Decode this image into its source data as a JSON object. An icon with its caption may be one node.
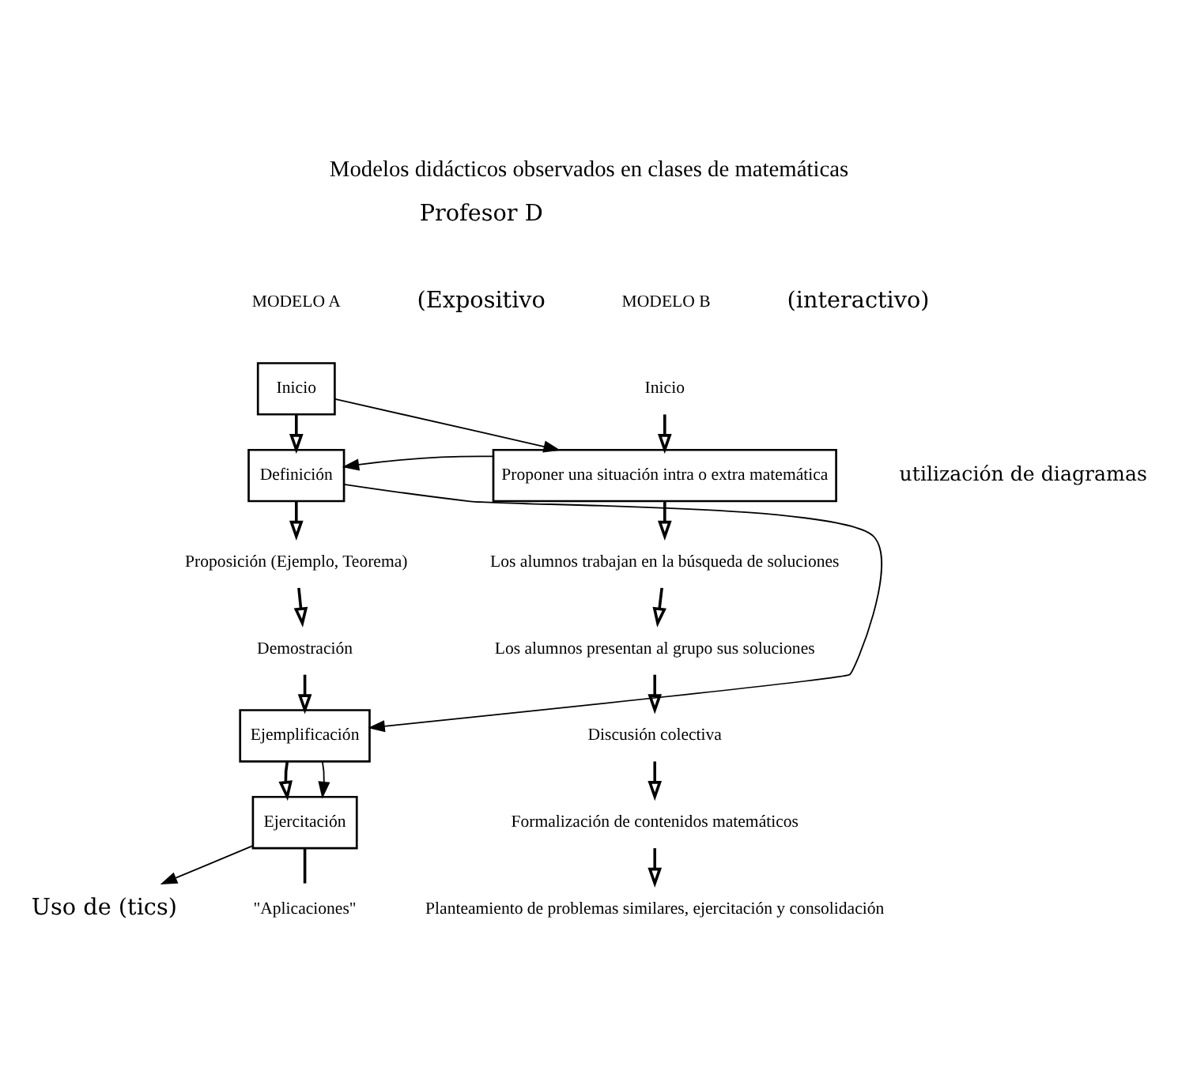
{
  "diagram": {
    "title": "Modelos didácticos observados en clases de matemáticas",
    "nodes": [
      {
        "text": [
          "Inicio"
        ]
      },
      {
        "text": [
          "Definición"
        ]
      },
      {
        "text": [
          "Proposición (Ejemplo, Teorema)"
        ]
      },
      {
        "text": [
          "Demostración"
        ]
      },
      {
        "text": [
          "Ejemplificación"
        ]
      },
      {
        "text": [
          "Ejercitación"
        ]
      },
      {
        "text": [
          "\"Aplicaciones\""
        ]
      },
      {
        "text": [
          "Inicio"
        ]
      },
      {
        "text": [
          "Proponer una situación intra o extra matemática"
        ],
        "beside": [
          "utilización de diagramas"
        ]
      },
      {
        "text": [
          "Los alumnos trabajan en la búsqueda de soluciones"
        ]
      },
      {
        "text": [
          "Los alumnos presentan al grupo sus soluciones"
        ]
      },
      {
        "text": [
          "Discusión colectiva"
        ]
      },
      {
        "text": [
          "Formalización de contenidos matemáticos"
        ]
      },
      {
        "text": [
          "Planteamiento de problemas similares, ejercitación y consolidación"
        ]
      },
      {
        "text": [
          "Uso de (tics)"
        ]
      }
    ],
    "edges": [
      {
        "from": 0,
        "to": 1,
        "arrow": "to"
      },
      {
        "from": 1,
        "to": 2,
        "arrow": "to"
      },
      {
        "from": 2,
        "to": 3,
        "arrow": "to"
      },
      {
        "from": 3,
        "to": 4,
        "arrow": "to"
      },
      {
        "from": 4,
        "to": 5,
        "arrow": "to"
      },
      {
        "from": 5,
        "to": 6,
        "arrow": "none"
      },
      {
        "from": 7,
        "to": 8,
        "arrow": "to"
      },
      {
        "from": 8,
        "to": 9,
        "arrow": "to"
      },
      {
        "from": 9,
        "to": 10,
        "arrow": "to"
      },
      {
        "from": 10,
        "to": 11,
        "arrow": "to"
      },
      {
        "from": 11,
        "to": 12,
        "arrow": "to"
      },
      {
        "from": 12,
        "to": 13,
        "arrow": "to"
      },
      {
        "from": 0,
        "to": 8,
        "arrow": "to"
      },
      {
        "from": 8,
        "to": 1,
        "arrow": "to"
      },
      {
        "from": 1,
        "to": 4,
        "arrow": "to"
      },
      {
        "from": 4,
        "to": 5,
        "arrow": "to"
      },
      {
        "from": 5,
        "to": 14,
        "arrow": "to"
      }
    ],
    "labels": [
      "Profesor D",
      "MODELO A",
      "(Expositivo",
      "MODELO B",
      "(interactivo)"
    ]
  }
}
